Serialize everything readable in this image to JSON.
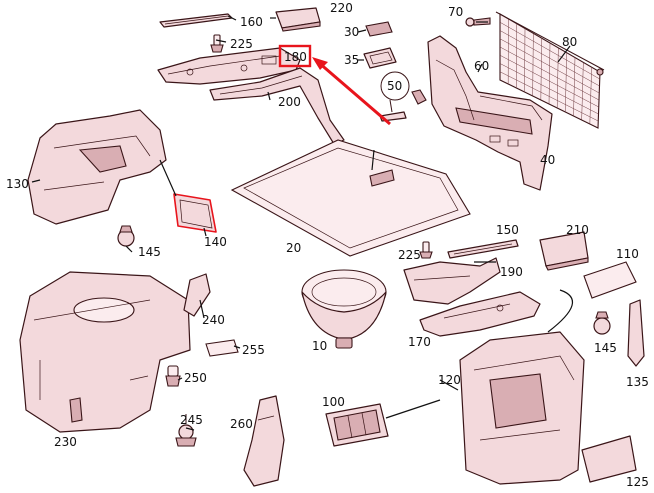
{
  "diagram": {
    "highlight_color": "#e8141c",
    "part_color": "#f3d9dc",
    "outline_color": "#3a1518",
    "highlighted_callout": "180",
    "callouts": [
      {
        "id": "c220",
        "text": "220"
      },
      {
        "id": "c160",
        "text": "160"
      },
      {
        "id": "c225a",
        "text": "225"
      },
      {
        "id": "c180",
        "text": "180"
      },
      {
        "id": "c200",
        "text": "200"
      },
      {
        "id": "c30",
        "text": "30"
      },
      {
        "id": "c35",
        "text": "35"
      },
      {
        "id": "c50",
        "text": "50"
      },
      {
        "id": "c70",
        "text": "70"
      },
      {
        "id": "c80",
        "text": "80"
      },
      {
        "id": "c60",
        "text": "60"
      },
      {
        "id": "c40",
        "text": "40"
      },
      {
        "id": "c130",
        "text": "130"
      },
      {
        "id": "c140",
        "text": "140"
      },
      {
        "id": "c145a",
        "text": "145"
      },
      {
        "id": "c20",
        "text": "20"
      },
      {
        "id": "c150",
        "text": "150"
      },
      {
        "id": "c210",
        "text": "210"
      },
      {
        "id": "c225b",
        "text": "225"
      },
      {
        "id": "c190",
        "text": "190"
      },
      {
        "id": "c110",
        "text": "110"
      },
      {
        "id": "c230",
        "text": "230"
      },
      {
        "id": "c240",
        "text": "240"
      },
      {
        "id": "c255",
        "text": "255"
      },
      {
        "id": "c250",
        "text": "250"
      },
      {
        "id": "c245",
        "text": "245"
      },
      {
        "id": "c260",
        "text": "260"
      },
      {
        "id": "c10",
        "text": "10"
      },
      {
        "id": "c170",
        "text": "170"
      },
      {
        "id": "c145b",
        "text": "145"
      },
      {
        "id": "c135",
        "text": "135"
      },
      {
        "id": "c120",
        "text": "120"
      },
      {
        "id": "c100",
        "text": "100"
      },
      {
        "id": "c125",
        "text": "125"
      }
    ]
  }
}
